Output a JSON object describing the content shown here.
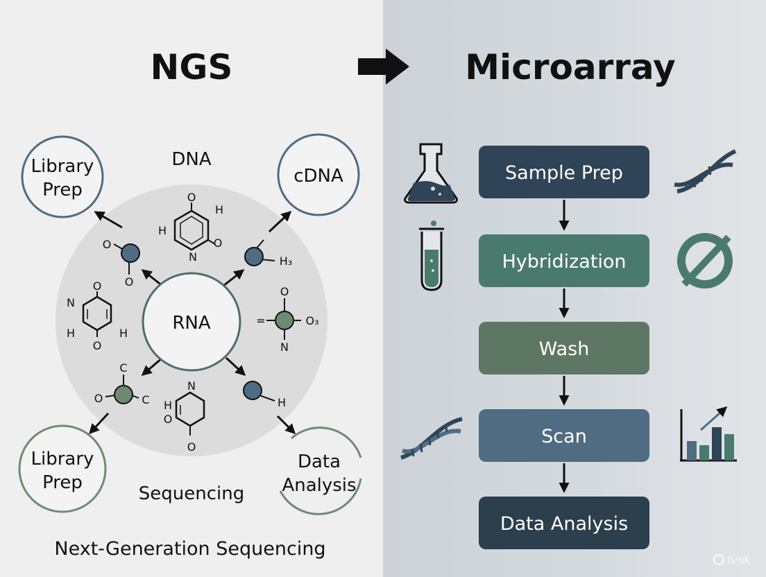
{
  "ngs": {
    "title": "NGS",
    "center": "RNA",
    "labels": {
      "dna": "DNA",
      "library_prep_top": [
        "Library",
        "Prep"
      ],
      "cdna": "cDNA",
      "library_prep_bottom": [
        "Library",
        "Prep"
      ],
      "data_analysis": [
        "Data",
        "Analysis"
      ],
      "sequencing": "Sequencing"
    },
    "caption": "Next-Generation Sequencing",
    "chem_text": {
      "m1": [
        "O",
        "H",
        "H",
        "O",
        "N"
      ],
      "m2": [
        "O",
        "O"
      ],
      "m3": [
        "H₃"
      ],
      "m4": [
        "O",
        "N",
        "H",
        "H"
      ],
      "m5": [
        "O",
        "=",
        "O₃",
        "N"
      ],
      "m6": [
        "C",
        "O",
        "C"
      ],
      "m7": [
        "N",
        "H",
        "O",
        "O"
      ],
      "m8": [
        "H"
      ]
    }
  },
  "microarray": {
    "title": "Microarray",
    "steps": [
      {
        "label": "Sample Prep",
        "color": "#2f4557"
      },
      {
        "label": "Hybridization",
        "color": "#4a7a6d"
      },
      {
        "label": "Wash",
        "color": "#5d7764"
      },
      {
        "label": "Scan",
        "color": "#4f6c83"
      },
      {
        "label": "Data Analysis",
        "color": "#2b3f4d"
      }
    ]
  },
  "watermark": "Grok",
  "colors": {
    "slate_blue": "#4f6c83",
    "sage_green": "#6f8a74",
    "teal": "#4a7a6d",
    "dark_navy": "#2f4557"
  }
}
